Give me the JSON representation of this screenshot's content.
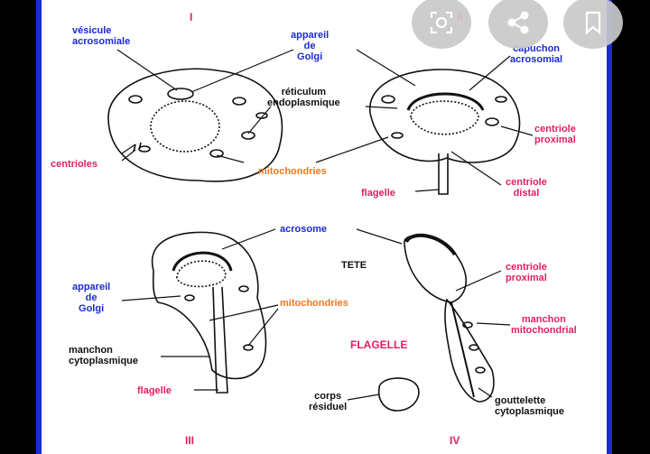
{
  "stages": {
    "i": "I",
    "ii": "II",
    "iii": "III",
    "iv": "IV"
  },
  "labels": {
    "vesicule_acrosomiale": "vésicule\nacrosomiale",
    "appareil_golgi_1": "appareil\nde\nGolgi",
    "reticulum": "réticulum\nendoplasmique",
    "capuchon": "capuchon\nacrosomial",
    "centriole_proximal_1": "centriole\nproximal",
    "centrioles": "centrioles",
    "mitochondries_1": "mitochondries",
    "flagelle_1": "flagelle",
    "centriole_distal": "centriole\ndistal",
    "acrosome": "acrosome",
    "tete": "TETE",
    "centriole_proximal_2": "centriole\nproximal",
    "appareil_golgi_2": "appareil\nde\nGolgi",
    "mitochondries_2": "mitochondries",
    "manchon_mito": "manchon\nmitochondrial",
    "flagelle_big": "FLAGELLE",
    "manchon_cyto": "manchon\ncytoplasmique",
    "flagelle_2": "flagelle",
    "corps_residuel": "corps\nrésiduel",
    "gouttelette": "gouttelette\ncytoplasmique"
  },
  "overlay": {
    "icons": [
      "scan-icon",
      "share-icon",
      "bookmark-icon"
    ]
  },
  "colors": {
    "blue": "#1a2bd0",
    "red": "#e0205f",
    "orange": "#f0771f"
  }
}
